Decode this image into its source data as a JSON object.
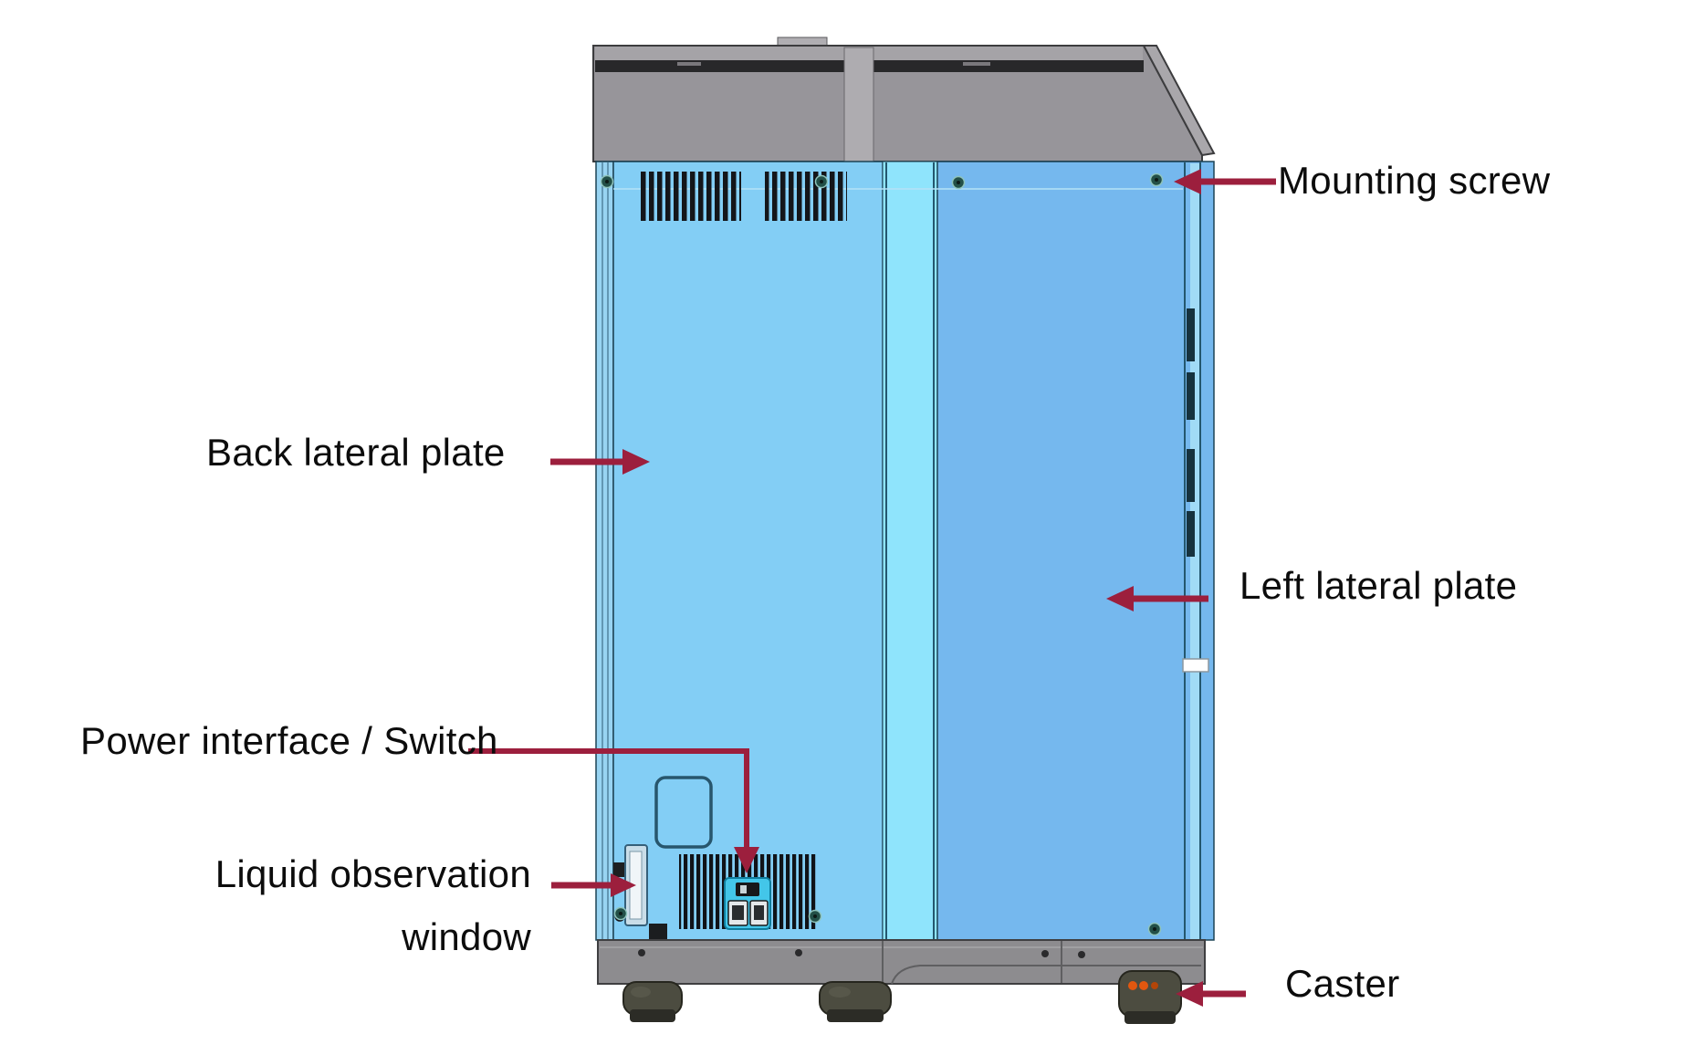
{
  "diagram": {
    "type": "labeled-technical-diagram",
    "subject": "equipment back-left view",
    "labels": {
      "mounting_screw": "Mounting screw",
      "back_lateral_plate": "Back lateral plate",
      "left_lateral_plate": "Left lateral plate",
      "power_interface_switch": "Power interface / Switch",
      "liquid_observation_window": [
        "Liquid observation",
        "window"
      ],
      "caster": "Caster"
    },
    "colors": {
      "arrow": "#9c1f3d",
      "text": "#0c0c0c",
      "background": "#ffffff",
      "back_plate": "#83cef5",
      "left_plate": "#75b8ee",
      "corner_highlight": "#8fe4fc",
      "edge_strip": "#98d4f2",
      "cap": "#97959a",
      "base": "#8d8c8f",
      "power_panel": "#43c6e9",
      "caster": "#4c4c40",
      "caster_dot": "#e2570f"
    }
  }
}
